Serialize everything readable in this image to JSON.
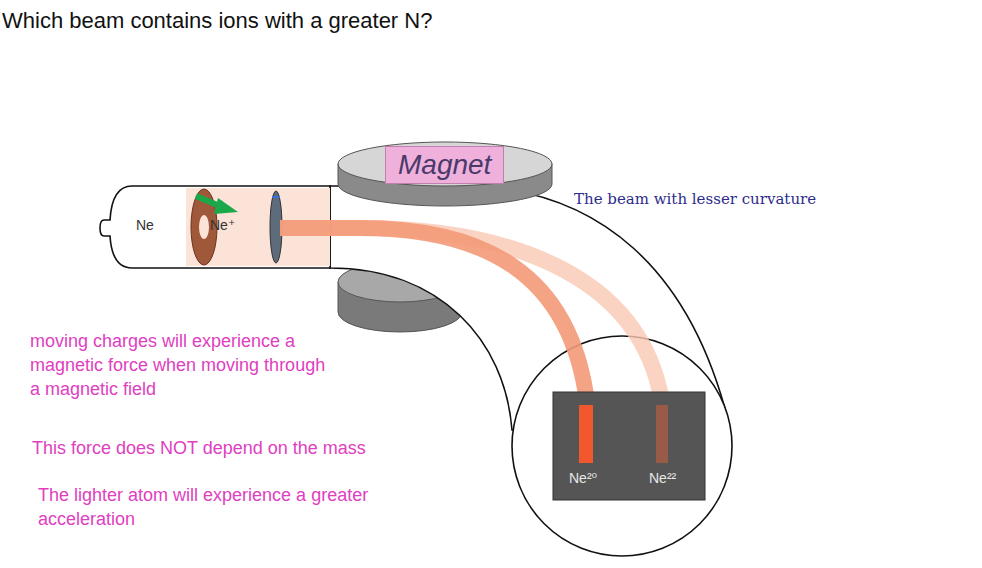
{
  "diagram": {
    "title": "Which beam contains ions with a greater N?",
    "nodes": [
      {
        "text": [
          "Ne",
          "Ne⁺"
        ]
      },
      {
        "text": [
          "Magnet"
        ]
      },
      {
        "text": [
          "Ne²⁰",
          "Ne²²"
        ]
      }
    ],
    "labels": [
      "The beam with lesser curvature",
      "moving charges will experience a magnetic force when moving through a magnetic field",
      "This force does NOT depend on the mass",
      "The lighter atom will experience a greater acceleration"
    ]
  }
}
